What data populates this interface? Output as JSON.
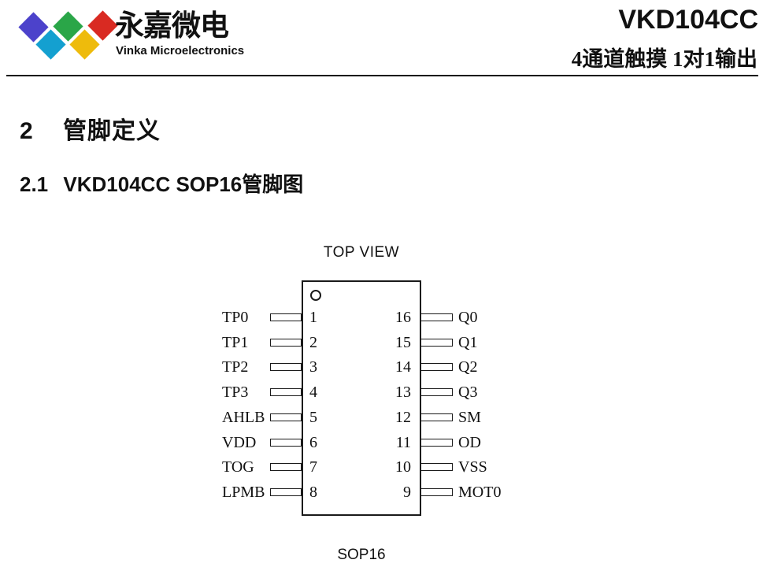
{
  "page": {
    "header": {
      "logo": {
        "brand_cn": "永嘉微电",
        "brand_en": "Vinka Microelectronics",
        "diamond_colors": {
          "blue": "#4c42cb",
          "cyan": "#14a0d0",
          "green": "#2aa648",
          "yellow": "#eebb0c",
          "red": "#d92a22"
        }
      },
      "part_number": "VKD104CC",
      "subtitle": "4通道触摸 1对1输出"
    },
    "headings": {
      "section_number": "2",
      "section_title": "管脚定义",
      "subsection_number": "2.1",
      "subsection_title": "VKD104CC SOP16管脚图"
    },
    "diagram": {
      "view_label": "TOP VIEW",
      "package_label": "SOP16",
      "left_pins": [
        {
          "name": "TP0",
          "number": "1"
        },
        {
          "name": "TP1",
          "number": "2"
        },
        {
          "name": "TP2",
          "number": "3"
        },
        {
          "name": "TP3",
          "number": "4"
        },
        {
          "name": "AHLB",
          "number": "5"
        },
        {
          "name": "VDD",
          "number": "6"
        },
        {
          "name": "TOG",
          "number": "7"
        },
        {
          "name": "LPMB",
          "number": "8"
        }
      ],
      "right_pins": [
        {
          "name": "Q0",
          "number": "16"
        },
        {
          "name": "Q1",
          "number": "15"
        },
        {
          "name": "Q2",
          "number": "14"
        },
        {
          "name": "Q3",
          "number": "13"
        },
        {
          "name": "SM",
          "number": "12"
        },
        {
          "name": "OD",
          "number": "11"
        },
        {
          "name": "VSS",
          "number": "10"
        },
        {
          "name": "MOT0",
          "number": "9"
        }
      ]
    }
  }
}
